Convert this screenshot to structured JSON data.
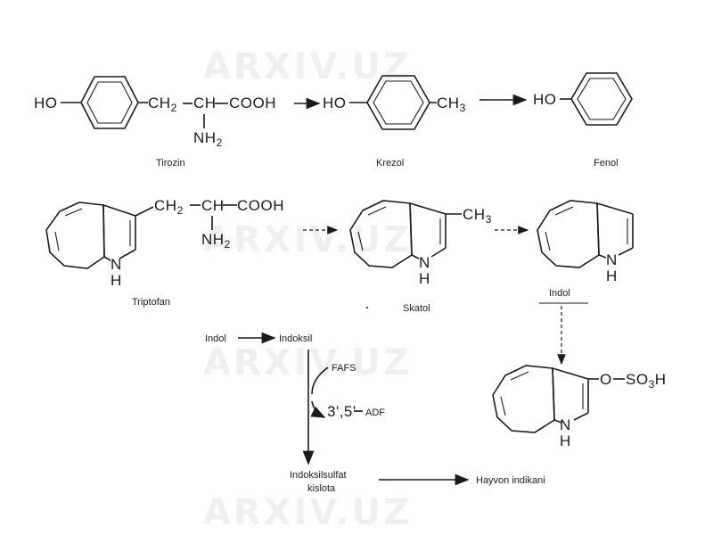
{
  "watermark": "ARXIV.UZ",
  "row1": {
    "tirozin": {
      "ho": "HO",
      "ch2": "CH",
      "ch2_sub": "2",
      "ch": "CH",
      "cooh": "COOH",
      "nh": "NH",
      "nh_sub": "2",
      "caption": "Tirozin"
    },
    "krezol": {
      "ho": "HO",
      "ch3": "CH",
      "ch3_sub": "3",
      "caption": "Krezol"
    },
    "fenol": {
      "ho": "HO",
      "caption": "Fenol"
    }
  },
  "row2": {
    "triptofan": {
      "n": "N",
      "h": "H",
      "ch2": "CH",
      "ch2_sub": "2",
      "ch": "CH",
      "cooh": "COOH",
      "nh": "NH",
      "nh_sub": "2",
      "caption": "Triptofan"
    },
    "skatol": {
      "n": "N",
      "h": "H",
      "ch3": "CH",
      "ch3_sub": "3",
      "caption": "Skatol"
    },
    "indol": {
      "n": "N",
      "h": "H",
      "caption": "Indol"
    }
  },
  "scheme": {
    "indol": "Indol",
    "indoksil": "Indoksil",
    "fafs": "FAFS",
    "num": "3',5'",
    "adf": "ADF",
    "acid_line1": "Indoksilsulfat",
    "acid_line2": "kislota",
    "product": "Hayvon indikani"
  },
  "indican": {
    "o": "O",
    "so3h": "SO",
    "so3h_sub": "3",
    "h_end": "H",
    "n": "N",
    "h": "H"
  }
}
